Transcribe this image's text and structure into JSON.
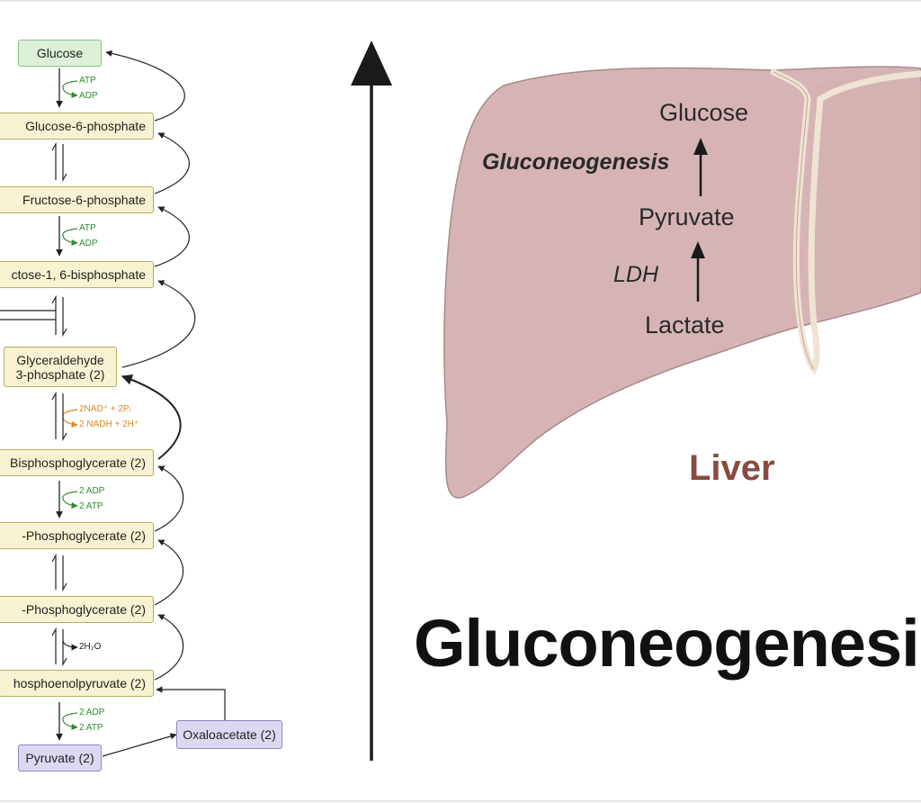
{
  "pathway": {
    "boxes": {
      "glucose": "Glucose",
      "g6p": "Glucose-6-phosphate",
      "f6p": "Fructose-6-phosphate",
      "f16bp": "ctose-1, 6-bisphosphate",
      "g3p_line1": "Glyceraldehyde",
      "g3p_line2": "3-phosphate (2)",
      "bpg": "Bisphosphoglycerate (2)",
      "pg3": "-Phosphoglycerate (2)",
      "pg2": "-Phosphoglycerate (2)",
      "pep": "hosphoenolpyruvate (2)",
      "pyruvate": "Pyruvate (2)",
      "oxaloacetate": "Oxaloacetate (2)"
    },
    "cofactors": {
      "atp1": "ATP",
      "adp1": "ADP",
      "atp2": "ATP",
      "adp2": "ADP",
      "nad": "2NAD⁺ + 2Pᵢ",
      "nadh": "2 NADH + 2H⁺",
      "adp3": "2 ADP",
      "atp3": "2 ATP",
      "h2o": "2H₂O",
      "adp4": "2 ADP",
      "atp4": "2 ATP"
    }
  },
  "liver": {
    "glucose": "Glucose",
    "process": "Gluconeogenesis",
    "pyruvate": "Pyruvate",
    "enzyme": "LDH",
    "lactate": "Lactate",
    "organ_label": "Liver"
  },
  "title": "Gluconeogenesis",
  "colors": {
    "liver_fill": "#d6b4b5",
    "liver_outline": "#a9898a",
    "ligament": "#efe3d4",
    "liver_label": "#8a4a40",
    "box_yellow": "#f7f3d2",
    "box_green": "#dcf1d8",
    "box_purple": "#dcd8f2",
    "cofactor_green": "#2f8a2f",
    "cofactor_orange": "#e0861a"
  },
  "icons": [
    "big-up-arrow-icon",
    "reaction-arrow-icon",
    "reversible-arrow-icon",
    "bypass-arrow-icon"
  ]
}
